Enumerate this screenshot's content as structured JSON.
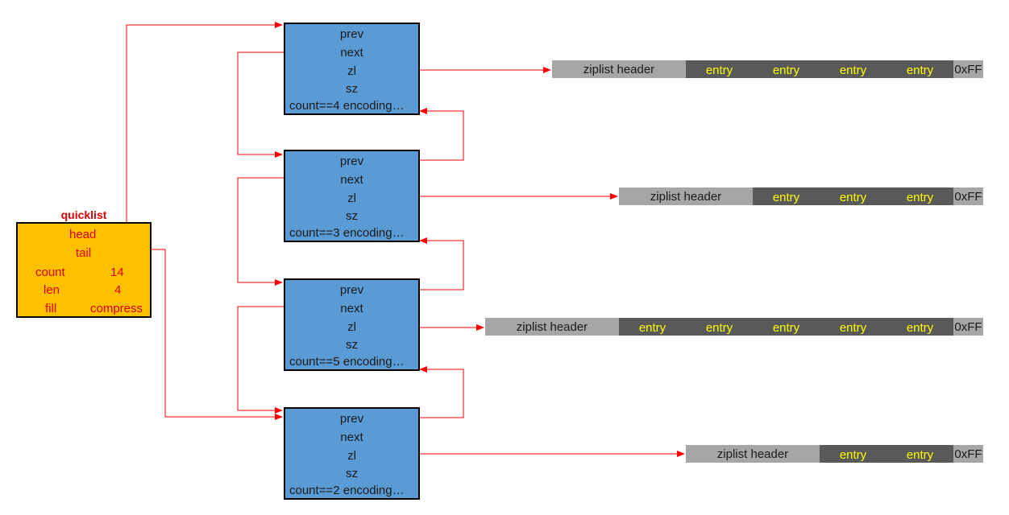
{
  "quicklist": {
    "title": "quicklist",
    "head": "head",
    "tail": "tail",
    "count_label": "count",
    "count_value": "14",
    "len_label": "len",
    "len_value": "4",
    "fill_label": "fill",
    "compress_label": "compress"
  },
  "nodes": [
    {
      "prev": "prev",
      "next": "next",
      "zl": "zl",
      "sz": "sz",
      "count": "count==4",
      "encoding": "encoding…"
    },
    {
      "prev": "prev",
      "next": "next",
      "zl": "zl",
      "sz": "sz",
      "count": "count==3",
      "encoding": "encoding…"
    },
    {
      "prev": "prev",
      "next": "next",
      "zl": "zl",
      "sz": "sz",
      "count": "count==5",
      "encoding": "encoding…"
    },
    {
      "prev": "prev",
      "next": "next",
      "zl": "zl",
      "sz": "sz",
      "count": "count==2",
      "encoding": "encoding…"
    }
  ],
  "ziplists": [
    {
      "header": "ziplist header",
      "entries": [
        "entry",
        "entry",
        "entry",
        "entry"
      ],
      "end": "0xFF"
    },
    {
      "header": "ziplist header",
      "entries": [
        "entry",
        "entry",
        "entry"
      ],
      "end": "0xFF"
    },
    {
      "header": "ziplist header",
      "entries": [
        "entry",
        "entry",
        "entry",
        "entry",
        "entry"
      ],
      "end": "0xFF"
    },
    {
      "header": "ziplist header",
      "entries": [
        "entry",
        "entry"
      ],
      "end": "0xFF"
    }
  ],
  "colors": {
    "arrow": "#ff0000",
    "quicklist_fill": "#ffc000",
    "node_fill": "#5b9bd5",
    "ziplist_header": "#a6a6a6",
    "ziplist_entries": "#595959",
    "entry_text": "#ffff00"
  }
}
